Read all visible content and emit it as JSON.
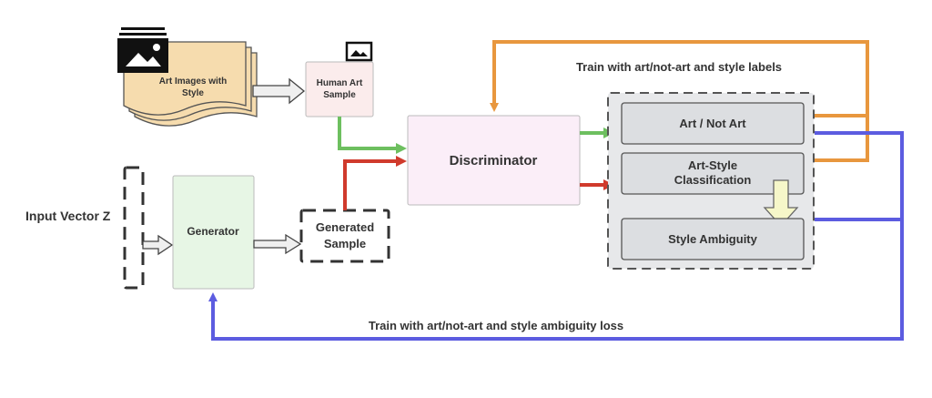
{
  "diagram": {
    "art_images_label_line1": "Art Images with",
    "art_images_label_line2": "Style",
    "human_art_label_line1": "Human Art",
    "human_art_label_line2": "Sample",
    "input_vector_label": "Input Vector Z",
    "generator_label": "Generator",
    "generated_label_line1": "Generated",
    "generated_label_line2": "Sample",
    "discriminator_label": "Discriminator",
    "art_not_art_label": "Art / Not Art",
    "art_style_label_line1": "Art-Style",
    "art_style_label_line2": "Classification",
    "style_ambiguity_label": "Style Ambiguity",
    "top_feedback_label": "Train with art/not-art and style labels",
    "bottom_feedback_label": "Train with art/not-art and style ambiguity loss"
  },
  "colors": {
    "orange": "#e8973e",
    "purple": "#5c5ce0",
    "green": "#6dbf5f",
    "red": "#d03a2c",
    "doc_fill": "#f6dcae",
    "human_art_fill": "#fbecec",
    "discriminator_fill": "#fbeef8",
    "generator_fill": "#e7f6e5",
    "panel_fill": "#e7e8ea",
    "sub_box_fill": "#dcdee1",
    "yellow_arrow": "#f6f7c9"
  },
  "icons": [
    "image-stack-icon",
    "image-icon"
  ]
}
